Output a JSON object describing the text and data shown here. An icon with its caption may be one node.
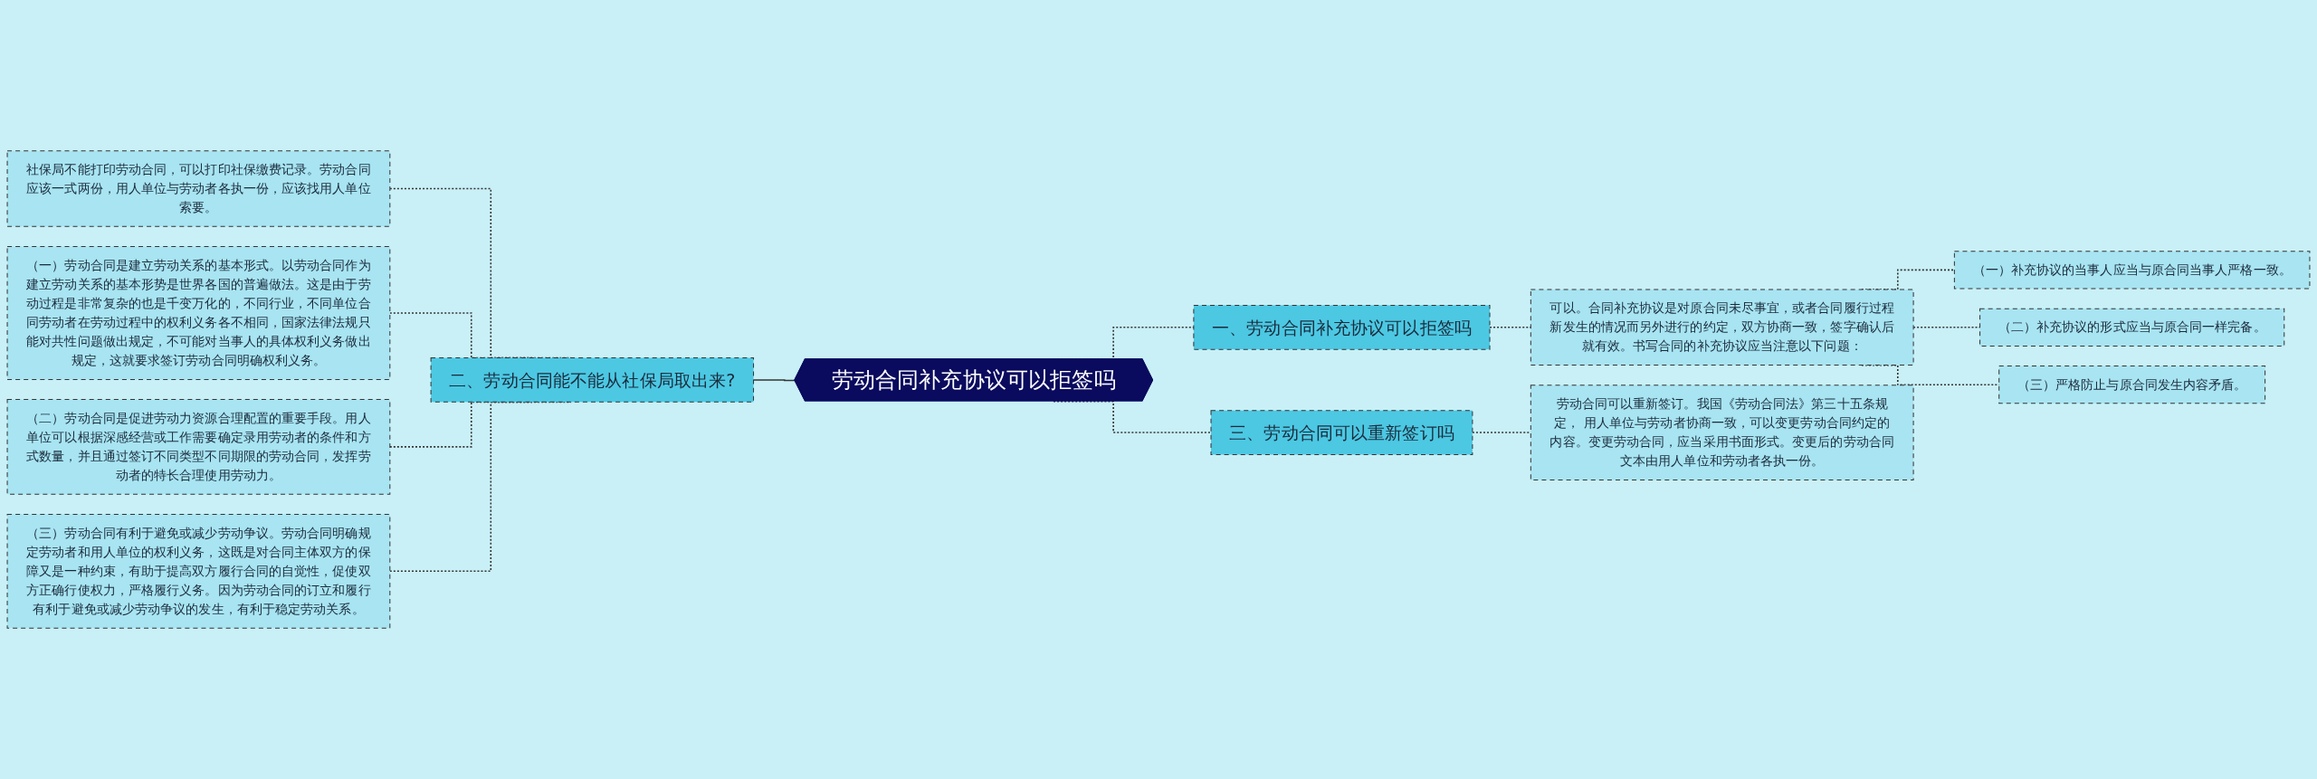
{
  "diagram": {
    "nodes": [
      {
        "text": [
          "劳动合同补充协议可以拒签吗"
        ]
      },
      {
        "text": [
          "一、劳动合同补充协议可以拒签吗"
        ]
      },
      {
        "text": [
          "可以。合同补充协议是对原合同未尽事宜，或者合同履行过程新发生的情况而另外进行的约定，双方协商一致，签字确认后就有效。书写合同的补充协议应当注意以下问题："
        ]
      },
      {
        "text": [
          "（一）补充协议的当事人应当与原合同当事人严格一致。"
        ]
      },
      {
        "text": [
          "（二）补充协议的形式应当与原合同一样完备。"
        ]
      },
      {
        "text": [
          "（三）严格防止与原合同发生内容矛盾。"
        ]
      },
      {
        "text": [
          "二、劳动合同能不能从社保局取出来?"
        ]
      },
      {
        "text": [
          "社保局不能打印劳动合同，可以打印社保缴费记录。劳动合同应该一式两份，用人单位与劳动者各执一份，应该找用人单位索要。"
        ]
      },
      {
        "text": [
          "（一）劳动合同是建立劳动关系的基本形式。以劳动合同作为建立劳动关系的基本形势是世界各国的普遍做法。这是由于劳动过程是非常复杂的也是千变万化的，不同行业，不同单位合同劳动者在劳动过程中的权利义务各不相同，国家法律法规只能对共性问题做出规定，不可能对当事人的具体权利义务做出规定，这就要求签订劳动合同明确权利义务。"
        ]
      },
      {
        "text": [
          "（二）劳动合同是促进劳动力资源合理配置的重要手段。用人单位可以根据深感经营或工作需要确定录用劳动者的条件和方式数量，并且通过签订不同类型不同期限的劳动合同，发挥劳动者的特长合理使用劳动力。"
        ]
      },
      {
        "text": [
          "（三）劳动合同有利于避免或减少劳动争议。劳动合同明确规定劳动者和用人单位的权利义务，这既是对合同主体双方的保障又是一种约束，有助于提高双方履行合同的自觉性，促使双方正确行使权力，严格履行义务。因为劳动合同的订立和履行有利于避免或减少劳动争议的发生，有利于稳定劳动关系。"
        ]
      },
      {
        "text": [
          "三、劳动合同可以重新签订吗"
        ]
      },
      {
        "text": [
          "劳动合同可以重新签订。我国《劳动合同法》第三十五条规定， 用人单位与劳动者协商一致，可以变更劳动合同约定的内容。变更劳动合同，应当采用书面形式。变更后的劳动合同文本由用人单位和劳动者各执一份。"
        ]
      }
    ],
    "edges": [
      {
        "from": 0,
        "to": 1,
        "arrow": "none",
        "style": "dashed"
      },
      {
        "from": 1,
        "to": 2,
        "arrow": "none",
        "style": "dashed"
      },
      {
        "from": 2,
        "to": 3,
        "arrow": "none",
        "style": "dashed"
      },
      {
        "from": 2,
        "to": 4,
        "arrow": "none",
        "style": "dashed"
      },
      {
        "from": 2,
        "to": 5,
        "arrow": "none",
        "style": "dashed"
      },
      {
        "from": 0,
        "to": 6,
        "arrow": "none"
      },
      {
        "from": 6,
        "to": 7,
        "arrow": "none",
        "style": "dashed"
      },
      {
        "from": 6,
        "to": 8,
        "arrow": "none",
        "style": "dashed"
      },
      {
        "from": 6,
        "to": 9,
        "arrow": "none",
        "style": "dashed"
      },
      {
        "from": 6,
        "to": 10,
        "arrow": "none",
        "style": "dashed"
      },
      {
        "from": 0,
        "to": 11,
        "arrow": "none",
        "style": "dashed"
      },
      {
        "from": 11,
        "to": 12,
        "arrow": "none",
        "style": "dashed"
      }
    ]
  }
}
